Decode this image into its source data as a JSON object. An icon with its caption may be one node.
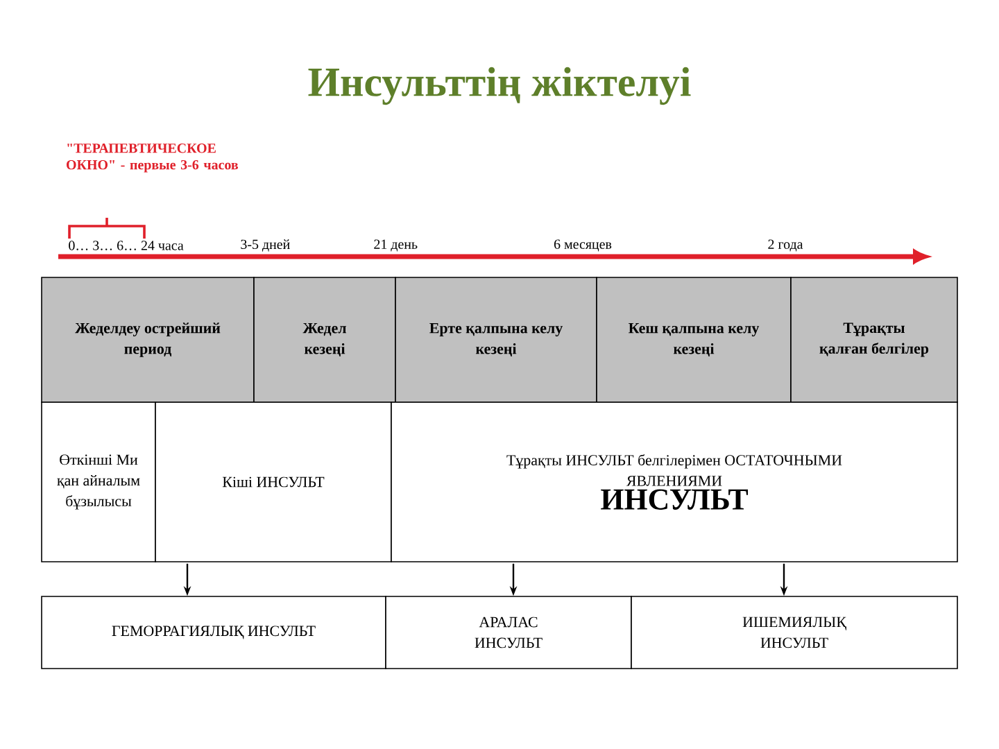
{
  "diagram": {
    "title": "Инсульттің жіктелуі",
    "nodes": [
      {
        "text": [
          "Жеделдеу острейший период"
        ]
      },
      {
        "text": [
          "Жедел кезеңі"
        ]
      },
      {
        "text": [
          "Ерте қалпына келу кезеңі"
        ]
      },
      {
        "text": [
          "Кеш қалпына келу кезеңі"
        ]
      },
      {
        "text": [
          "Тұрақты қалған белгілер"
        ]
      },
      {
        "text": [
          "Өткінші Ми қан айналым бұзылысы"
        ]
      },
      {
        "text": [
          "Кіші ИНСУЛЬТ"
        ]
      },
      {
        "text": [
          "Тұрақты ИНСУЛЬТ белгілерімен ОСТАТОЧНЫМИ ЯВЛЕНИЯМИ",
          "ИНСУЛЬТ"
        ]
      },
      {
        "text": [
          "ГЕМОРРАГИЯЛЫҚ ИНСУЛЬТ"
        ]
      },
      {
        "text": [
          "АРАЛАС ИНСУЛЬТ"
        ]
      },
      {
        "text": [
          "ИШЕМИЯЛЫҚ ИНСУЛЬТ"
        ]
      }
    ],
    "edges": [
      {
        "from": 6,
        "to": 8,
        "arrow": "to"
      },
      {
        "from": 7,
        "to": 9,
        "arrow": "to"
      },
      {
        "from": 7,
        "to": 10,
        "arrow": "to"
      }
    ],
    "labels": [
      "\"ТЕРАПЕВТИЧЕСКОЕ ОКНО\" - первые 3-6 часов",
      "0… 3… 6… 24 часа",
      "3-5 дней",
      "21 день",
      "6 месяцев",
      "2 года"
    ]
  }
}
